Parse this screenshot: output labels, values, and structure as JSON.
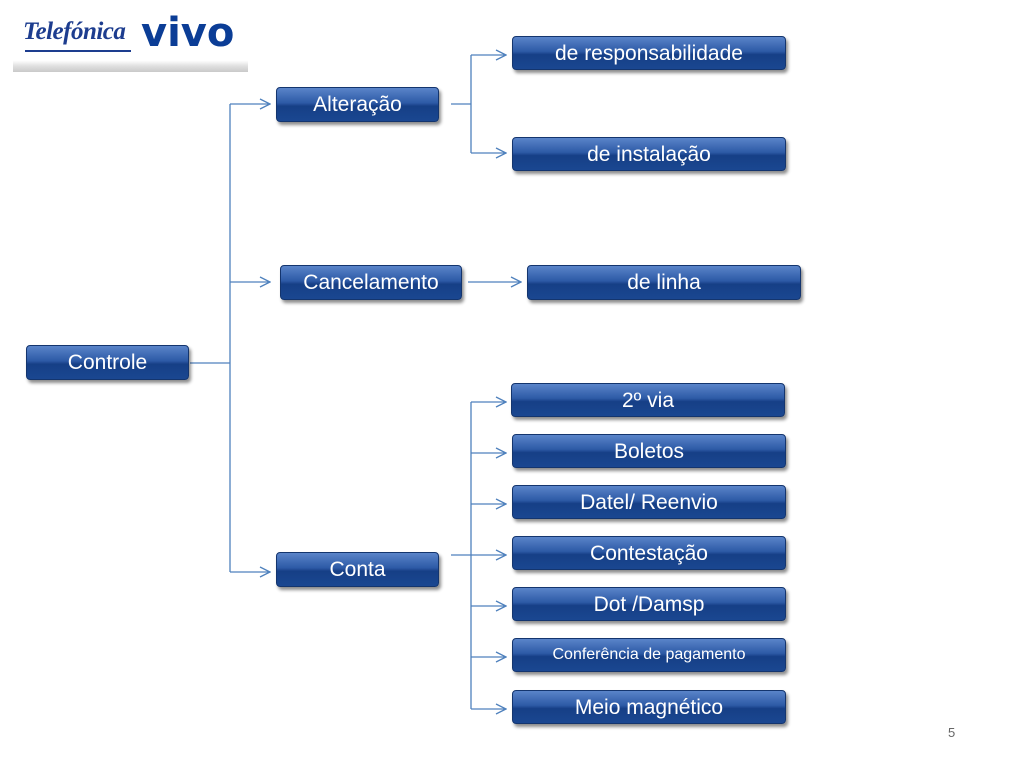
{
  "logo": {
    "brand_1": "Telefónica",
    "brand_2": "vivo"
  },
  "diagram": {
    "root": "Controle",
    "branches": [
      {
        "label": "Alteração",
        "children": [
          "de responsabilidade",
          "de instalação"
        ]
      },
      {
        "label": "Cancelamento",
        "children": [
          "de linha"
        ]
      },
      {
        "label": "Conta",
        "children": [
          "2º via",
          "Boletos",
          "Datel/ Reenvio",
          "Contestação",
          "Dot /Damsp",
          "Conferência de pagamento",
          "Meio magnético"
        ]
      }
    ]
  },
  "page_number": "5",
  "colors": {
    "node_fill": "#1f4a91",
    "connector": "#4f81bd",
    "text": "#ffffff"
  }
}
